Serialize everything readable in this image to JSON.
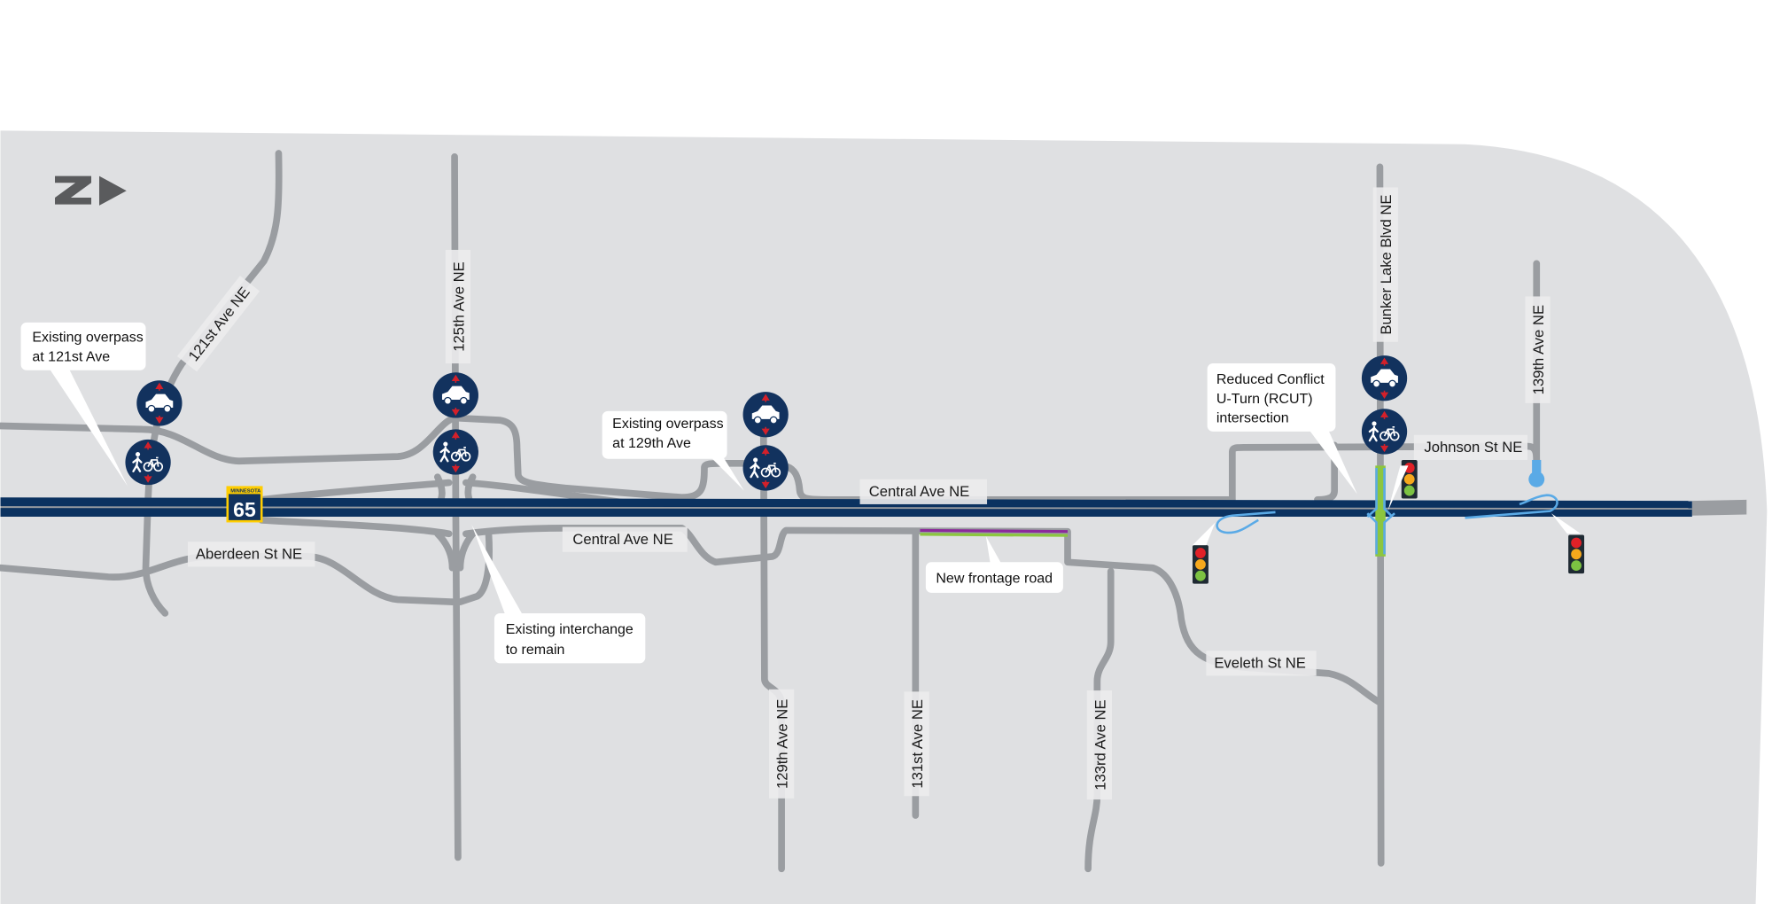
{
  "map": {
    "north_arrow": {
      "label": "N",
      "icon": "north-arrow-icon"
    },
    "highway_shield": {
      "state": "MINNESOTA",
      "number": "65"
    },
    "roads": {
      "ave_121": "121st Ave NE",
      "ave_125": "125th Ave NE",
      "ave_129": "129th Ave NE",
      "ave_131": "131st Ave NE",
      "ave_133": "133rd Ave NE",
      "ave_139": "139th Ave NE",
      "bunker_lake": "Bunker Lake Blvd NE",
      "johnson": "Johnson St NE",
      "central_north": "Central Ave NE",
      "central_south": "Central Ave NE",
      "aberdeen": "Aberdeen St NE",
      "eveleth": "Eveleth St NE"
    },
    "callouts": {
      "overpass_121": [
        "Existing overpass",
        "at 121st Ave"
      ],
      "overpass_129": [
        "Existing overpass",
        "at 129th Ave"
      ],
      "interchange": [
        "Existing interchange",
        "to remain"
      ],
      "frontage": [
        "New frontage road"
      ],
      "rcut": [
        "Reduced Conflict",
        "U-Turn (RCUT)",
        "intersection"
      ]
    },
    "colors": {
      "background_area": "#dfe0e2",
      "road": "#9a9da1",
      "highway": "#0b3260",
      "icon_circle": "#12325e",
      "icon_arrow": "#d3202a",
      "uturn_path": "#5aaae6",
      "frontage_purple": "#8b2a9b",
      "frontage_green": "#8cc63f",
      "signal_red": "#e02127",
      "signal_amber": "#f6a81c",
      "signal_green": "#7cc242"
    },
    "icons": [
      "car-crossing-icon",
      "pedestrian-bike-crossing-icon",
      "traffic-signal-icon"
    ]
  }
}
